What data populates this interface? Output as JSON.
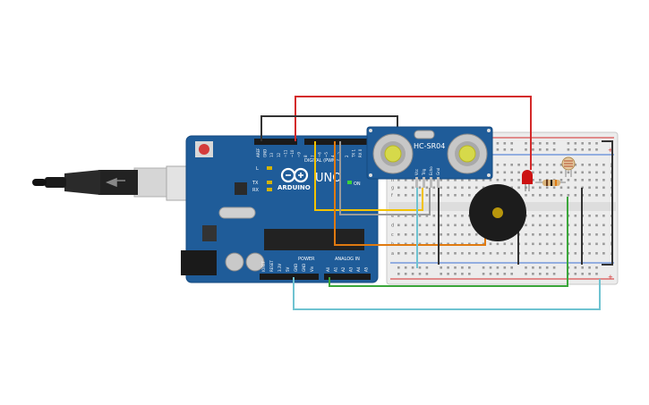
{
  "board": {
    "brand": "ARDUINO",
    "model": "UNO",
    "digital_label": "DIGITAL (PWM~)",
    "power_label": "POWER",
    "analog_label": "ANALOG IN",
    "led_l": "L",
    "led_tx": "TX",
    "led_rx": "RX",
    "on_label": "ON",
    "top_pins": [
      "AREF",
      "GND",
      "13",
      "12",
      "~11",
      "~10",
      "~9",
      "8",
      "7",
      "~6",
      "~5",
      "4",
      "~3",
      "2",
      "TX 1",
      "RX 0"
    ],
    "power_pins": [
      "IOREF",
      "RESET",
      "3.3V",
      "5V",
      "GND",
      "GND",
      "Vin"
    ],
    "analog_pins": [
      "A0",
      "A1",
      "A2",
      "A3",
      "A4",
      "A5"
    ]
  },
  "sensor": {
    "model": "HC-SR04",
    "pins": [
      "Vcc",
      "Trig",
      "Echo",
      "Gnd"
    ]
  },
  "breadboard": {
    "row_letters_top": [
      "j",
      "i",
      "h",
      "g",
      "f"
    ],
    "row_letters_bottom": [
      "e",
      "d",
      "c",
      "b",
      "a"
    ],
    "plus": "+",
    "minus": "-"
  },
  "colors": {
    "board_blue": "#1f5c99",
    "wire_red": "#d42a2a",
    "wire_black": "#333333",
    "wire_yellow": "#f2c200",
    "wire_orange": "#e07a10",
    "wire_gray": "#9a9a9a",
    "wire_green": "#3aa63a",
    "wire_cyan": "#6fc3d1",
    "led_red": "#cc1111"
  }
}
